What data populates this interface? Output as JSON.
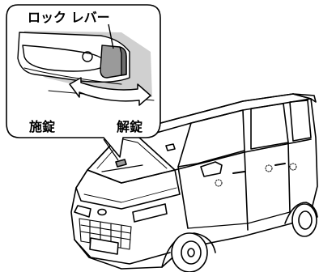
{
  "callout": {
    "lever_label": "ロック レバー",
    "lock_label": "施錠",
    "unlock_label": "解錠"
  },
  "colors": {
    "line": "#000000",
    "lever_gray": "#9a9a9a",
    "inset_shade": "#d0d0d0",
    "arrow_fill": "#ffffff",
    "background": "#ffffff"
  }
}
